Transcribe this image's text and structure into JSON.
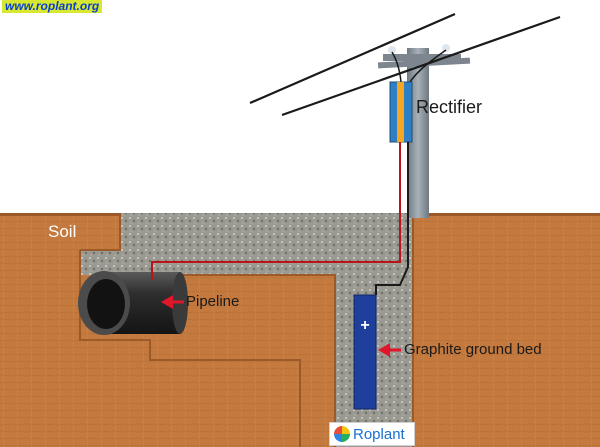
{
  "header": {
    "watermark_url": "www.roplant.org"
  },
  "labels": {
    "soil": "Soil",
    "rectifier": "Rectifier",
    "pipeline": "Pipeline",
    "ground_bed": "Graphite ground bed",
    "plus_sign": "+"
  },
  "logo": {
    "text": "Roplant"
  },
  "colors": {
    "soil": "#c47a3e",
    "backfill": "#9a9a92",
    "pipe": "#2b2b2b",
    "pole": "#8a949c",
    "ground_bed": "#1e3f9b",
    "rectifier_body": "#2f7fc4",
    "rectifier_stripe": "#f5a623",
    "wire_positive": "#b8141a",
    "wire_negative": "#1a1a1a",
    "arrow": "#e0162b"
  }
}
